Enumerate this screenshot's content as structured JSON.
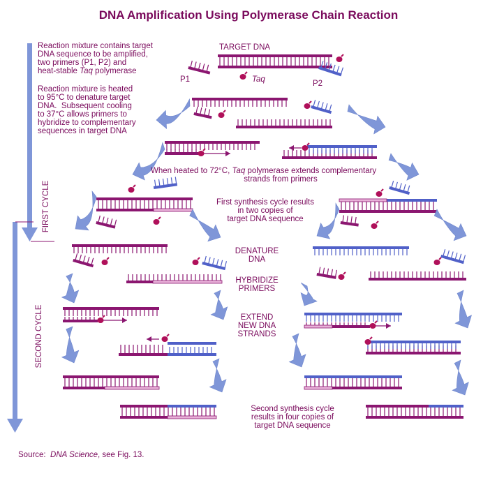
{
  "title": "DNA Amplification Using Polymerase Chain Reaction",
  "labels": {
    "target_dna": "TARGET DNA",
    "p1": "P1",
    "p2": "P2",
    "taq": "Taq"
  },
  "steps": {
    "mix_1": "Reaction mixture contains target",
    "mix_2": "DNA sequence to be amplified,",
    "mix_3": "two primers (P1, P2) and",
    "mix_4a": "heat-stable ",
    "mix_4b": "Taq",
    "mix_4c": " polymerase",
    "heat_1": "Reaction mixture is heated",
    "heat_2": "to 95°C to denature target",
    "heat_3": "DNA.  Subsequent cooling",
    "heat_4": "to 37°C allows primers to",
    "heat_5": "hybridize to complementary",
    "heat_6": "sequences in target DNA",
    "extend_1a": "When heated to 72°C, ",
    "extend_1b": "Taq",
    "extend_1c": " polymerase extends complementary",
    "extend_2": "strands from primers",
    "first_1": "First synthesis cycle results",
    "first_2": "in two copies of",
    "first_3": "target DNA sequence",
    "denature_1": "DENATURE",
    "denature_2": "DNA",
    "hybridize_1": "HYBRIDIZE",
    "hybridize_2": "PRIMERS",
    "extend_new_1": "EXTEND",
    "extend_new_2": "NEW DNA",
    "extend_new_3": "STRANDS",
    "second_1": "Second synthesis cycle",
    "second_2": "results in four copies of",
    "second_3": "target DNA sequence"
  },
  "cycles": {
    "first": "FIRST CYCLE",
    "second": "SECOND CYCLE"
  },
  "source": {
    "prefix": "Source:  ",
    "book": "DNA Science",
    "suffix": ", see Fig. 13."
  },
  "colors": {
    "text": "#7a0a5c",
    "strand": "#8b1670",
    "primer_new": "#5060c8",
    "pink": "#e8b0d8",
    "arrow": "#7f96d8",
    "taq": "#b0105a"
  }
}
